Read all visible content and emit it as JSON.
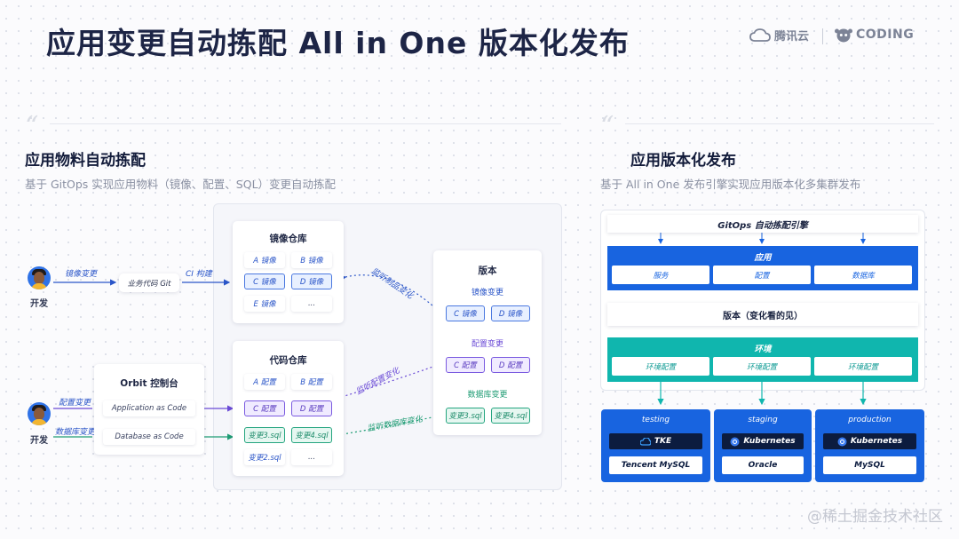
{
  "header": {
    "title": "应用变更自动拣配 All in One 版本化发布",
    "logo_tencent": "腾讯云",
    "logo_coding": "CODING"
  },
  "left_section": {
    "quote_mark": "“",
    "title": "应用物料自动拣配",
    "subtitle": "基于 GitOps 实现应用物料（镜像、配置、SQL）变更自动拣配",
    "dev_top": {
      "label": "开发",
      "action": "镜像变更"
    },
    "dev_bottom": {
      "label": "开发",
      "action_config": "配置变更",
      "action_db": "数据库变更"
    },
    "biz_git": "业务代码 Git",
    "ci_build": "CI 构建",
    "orbit": {
      "title": "Orbit 控制台",
      "app_as_code": "Application as Code",
      "db_as_code": "Database as Code"
    },
    "image_repo": {
      "title": "镜像仓库",
      "items": [
        "A 镜像",
        "B 镜像",
        "C 镜像",
        "D 镜像",
        "E 镜像",
        "..."
      ]
    },
    "code_repo": {
      "title": "代码仓库",
      "items": [
        "A 配置",
        "B 配置",
        "C 配置",
        "D 配置",
        "变更3.sql",
        "变更4.sql",
        "变更2.sql",
        "..."
      ]
    },
    "version": {
      "title": "版本",
      "image_change": "镜像变更",
      "image_items": [
        "C 镜像",
        "D 镜像"
      ],
      "config_change": "配置变更",
      "config_items": [
        "C 配置",
        "D 配置"
      ],
      "db_change": "数据库变更",
      "db_items": [
        "变更3.sql",
        "变更4.sql"
      ]
    },
    "listen_labels": [
      "监听制品变化",
      "监听配置变化",
      "监听数据库变化"
    ]
  },
  "right_section": {
    "quote_mark": "“",
    "title": "应用版本化发布",
    "subtitle": "基于 All in One 发布引擎实现应用版本化多集群发布",
    "engine": "GitOps 自动拣配引擎",
    "app": {
      "title": "应用",
      "items": [
        "服务",
        "配置",
        "数据库"
      ]
    },
    "version": "版本（变化看的见）",
    "env": {
      "title": "环境",
      "items": [
        "环境配置",
        "环境配置",
        "环境配置"
      ]
    },
    "clusters": [
      {
        "name": "testing",
        "platform": "TKE",
        "db": "Tencent MySQL"
      },
      {
        "name": "staging",
        "platform": "Kubernetes",
        "db": "Oracle"
      },
      {
        "name": "production",
        "platform": "Kubernetes",
        "db": "MySQL"
      }
    ]
  },
  "watermark": "@稀土掘金技术社区",
  "colors": {
    "blue": "#1864e0",
    "teal": "#0fb9b1",
    "navy": "#0c1c3f",
    "purple": "#7a5ae0",
    "green": "#24a57f"
  }
}
